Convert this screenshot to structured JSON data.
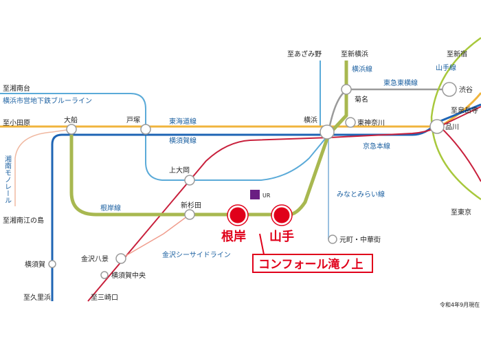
{
  "colors": {
    "tokaido": "#f0b43c",
    "yokosuka": "#1e64b4",
    "negishi": "#a8b850",
    "keikyu": "#c8203c",
    "blueline": "#5aaad8",
    "minatomirai": "#9ac0e0",
    "monorail": "#f0b8a0",
    "seaside": "#f09c8c",
    "yamanote": "#a8c83c",
    "toyoko": "#9a9a9a",
    "target": "#e0001a"
  },
  "destinations": {
    "shonandai": "至湘南台",
    "odawara": "至小田原",
    "shonan_enoshima": "至湘南江の島",
    "kurihama": "至久里浜",
    "misakiguchi": "至三崎口",
    "azamino": "至あざみ野",
    "shin_yokohama": "至新横浜",
    "shinjuku": "至新宿",
    "senzoku": "至泉岳寺",
    "tokyo": "至東京"
  },
  "lines": {
    "blueline": "横浜市営地下鉄ブルーライン",
    "tokaido": "東海道線",
    "yokosuka": "横須賀線",
    "negishi": "根岸線",
    "seaside": "金沢シーサイドライン",
    "monorail": "湘南モノレール",
    "yokohama_line": "横浜線",
    "toyoko": "東急東横線",
    "yamanote": "山手線",
    "keikyu": "京急本線",
    "minatomirai": "みなとみらい線"
  },
  "stations": {
    "ofuna": "大船",
    "totsuka": "戸塚",
    "kamiooka": "上大岡",
    "shinsugita": "新杉田",
    "kanazawa_hakkei": "金沢八景",
    "yokosuka_chuo": "横須賀中央",
    "yokosuka": "横須賀",
    "yokohama": "横浜",
    "kikuna": "菊名",
    "higashi_kanagawa": "東神奈川",
    "motomachi": "元町・中華街",
    "shibuya": "渋谷",
    "shinagawa": "品川",
    "negishi": "根岸",
    "yamate": "山手"
  },
  "highlight": {
    "property": "コンフォール滝ノ上",
    "logo_text": "UR"
  },
  "footnote": "令和4年9月現在"
}
